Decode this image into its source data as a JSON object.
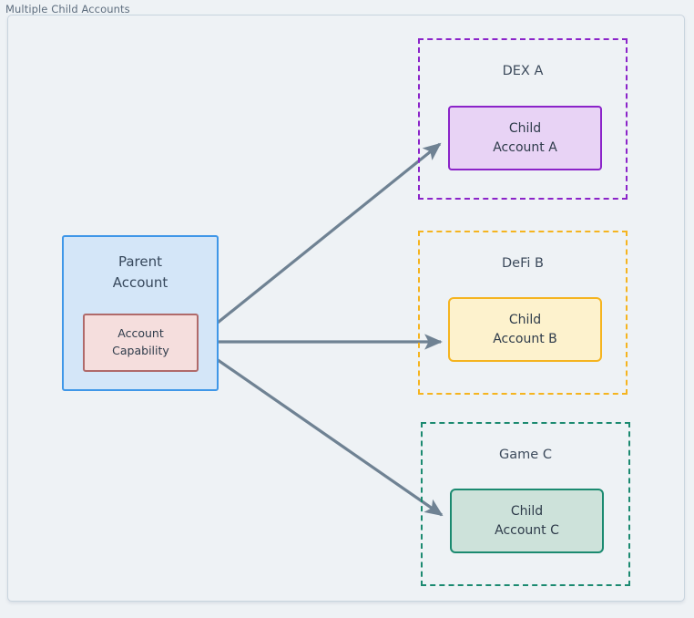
{
  "diagram": {
    "title": "Multiple Child Accounts",
    "background_color": "#eef2f5",
    "frame_border_color": "#c8d4de",
    "arrow_color": "#6f8293"
  },
  "parent": {
    "title_line1": "Parent",
    "title_line2": "Account",
    "fill_color": "#d4e6f8",
    "border_color": "#3f97e8",
    "capability": {
      "line1": "Account",
      "line2": "Capability",
      "fill_color": "#f5dedd",
      "border_color": "#b06a6a"
    }
  },
  "groups": [
    {
      "label": "DEX A",
      "border_color": "#8b24c9",
      "node": {
        "line1": "Child",
        "line2": "Account A",
        "fill_color": "#e8d3f5",
        "border_color": "#8b24c9"
      }
    },
    {
      "label": "DeFi B",
      "border_color": "#f5b41f",
      "node": {
        "line1": "Child",
        "line2": "Account B",
        "fill_color": "#fdf2cd",
        "border_color": "#f5b41f"
      }
    },
    {
      "label": "Game C",
      "border_color": "#1b8a70",
      "node": {
        "line1": "Child",
        "line2": "Account C",
        "fill_color": "#cde2da",
        "border_color": "#1b8a70"
      }
    }
  ],
  "connections": [
    {
      "from": "Account Capability",
      "to": "Child Account A"
    },
    {
      "from": "Account Capability",
      "to": "Child Account B"
    },
    {
      "from": "Account Capability",
      "to": "Child Account C"
    }
  ]
}
